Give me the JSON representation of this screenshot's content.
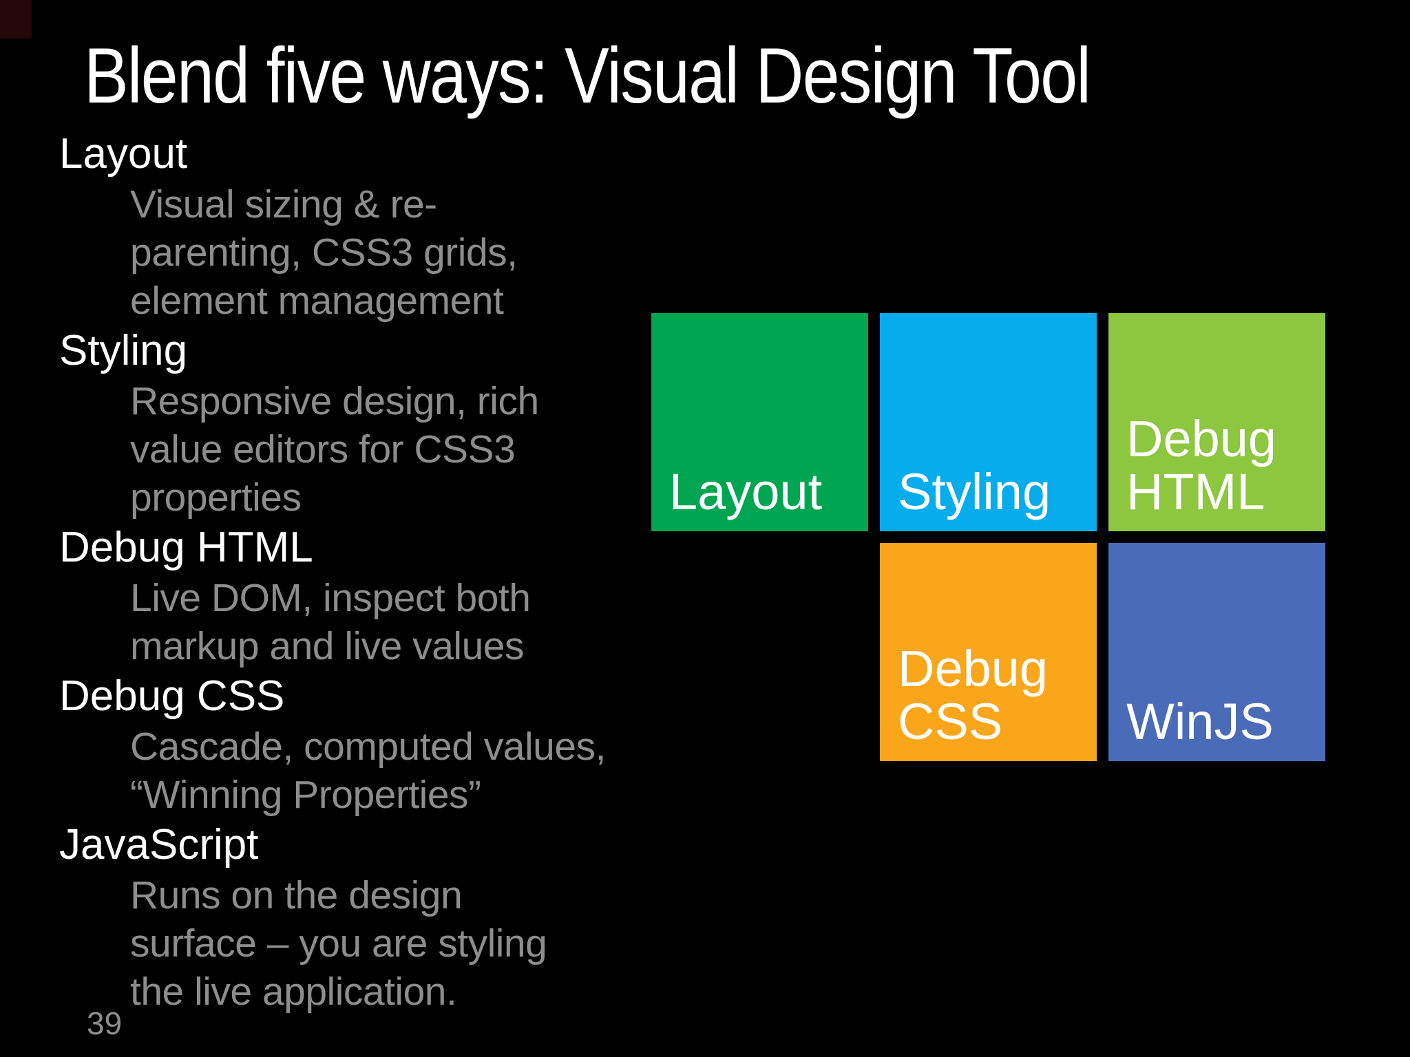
{
  "slide": {
    "title": "Blend five ways: Visual Design Tool",
    "page_number": "39",
    "background_color": "#000000",
    "corner_artifact_color": "#230709",
    "text_colors": {
      "heading": "#ffffff",
      "body": "#8d8d8d"
    },
    "outline": {
      "sections": [
        {
          "heading": "Layout",
          "lines": [
            "Visual sizing & re-",
            "parenting, CSS3 grids,",
            "element management"
          ]
        },
        {
          "heading": "Styling",
          "lines": [
            "Responsive design, rich",
            "value editors for CSS3",
            "properties"
          ]
        },
        {
          "heading": "Debug HTML",
          "lines": [
            "Live DOM, inspect both",
            "markup and live values"
          ]
        },
        {
          "heading": "Debug CSS",
          "lines": [
            "Cascade, computed values,",
            "“Winning Properties”"
          ]
        },
        {
          "heading": "JavaScript",
          "lines": [
            "Runs on the design",
            "surface – you are styling",
            "the live application."
          ]
        }
      ]
    },
    "tiles": [
      {
        "name": "layout",
        "color": "#00a551",
        "label_lines": [
          "Layout"
        ]
      },
      {
        "name": "styling",
        "color": "#06acec",
        "label_lines": [
          "Styling"
        ]
      },
      {
        "name": "debug-html",
        "color": "#8dc63f",
        "label_lines": [
          "Debug",
          "HTML"
        ]
      },
      {
        "name": "debug-css",
        "color": "#faa61a",
        "label_lines": [
          "Debug",
          "CSS"
        ]
      },
      {
        "name": "winjs",
        "color": "#4a6cb8",
        "label_lines": [
          "WinJS"
        ]
      }
    ]
  }
}
